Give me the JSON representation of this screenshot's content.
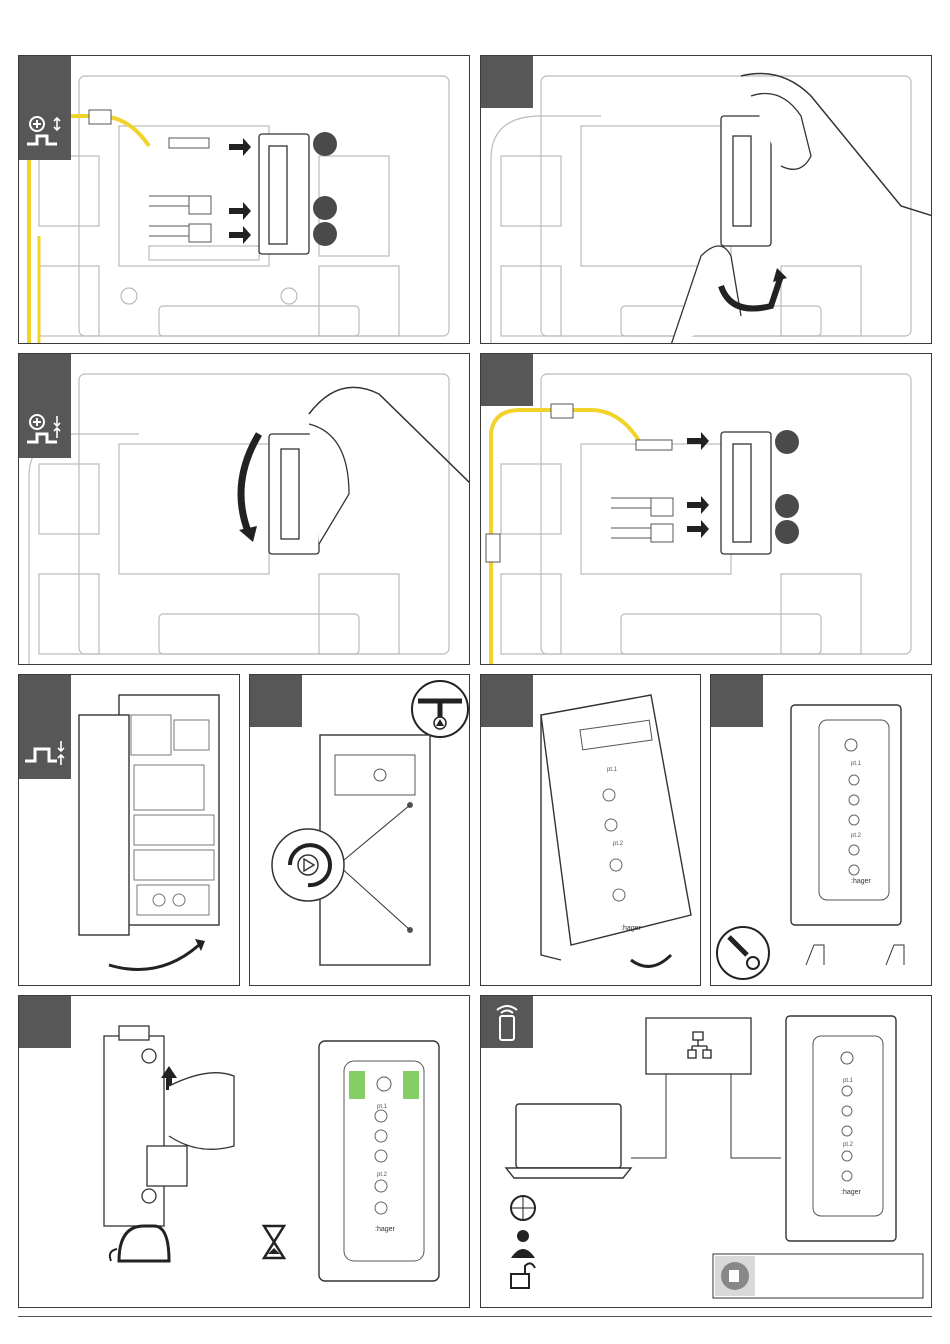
{
  "page": {
    "title": ""
  },
  "colors": {
    "step_tab": "#575757",
    "cable": "#f2d32b",
    "led_green": "#6ec54a",
    "line": "#3a3a3a"
  },
  "panels": [
    {
      "id": "p1",
      "icon": "plug-in-arrows-icon"
    },
    {
      "id": "p2",
      "icon": ""
    },
    {
      "id": "p3",
      "icon": "plug-in-down-icon"
    },
    {
      "id": "p4",
      "icon": ""
    },
    {
      "id": "p5",
      "icon": "close-door-icon"
    },
    {
      "id": "p6",
      "icon": "triangle-key-icon"
    },
    {
      "id": "p7",
      "icon": ""
    },
    {
      "id": "p8",
      "icon": "screwdriver-icon"
    },
    {
      "id": "p9",
      "icon": ""
    },
    {
      "id": "p10",
      "icon": "mobile-wireless-icon"
    }
  ],
  "brand": {
    "label": ":hager"
  },
  "charger_labels": {
    "top": "pt.1",
    "bottom": "pt.2"
  },
  "symbols": [
    "www-icon",
    "user-icon",
    "unlock-icon",
    "hourglass-icon",
    "electric-car-icon",
    "network-icon",
    "laptop-icon",
    "manual-icon"
  ]
}
